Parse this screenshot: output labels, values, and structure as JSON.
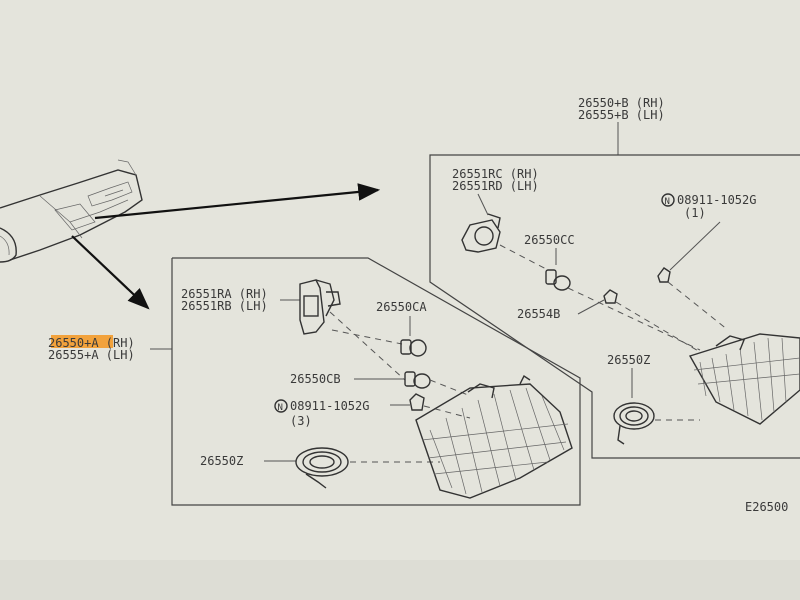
{
  "title": {
    "rh": "26550+A (RH)",
    "lh": "26555+A (LH)"
  },
  "rear_assembly": {
    "rh": "26550+B (RH)",
    "lh": "26555+B (LH)",
    "socket_rh": "26551RC (RH)",
    "socket_lh": "26551RD (LH)",
    "bulb": "26550CC",
    "nut": "08911-1052G",
    "nut_qty": "(1)",
    "clip": "26554B",
    "sealer": "26550Z",
    "nut_marker": "N"
  },
  "front_assembly": {
    "socket_rh": "26551RA (RH)",
    "socket_lh": "26551RB (LH)",
    "bulb_a": "26550CA",
    "bulb_b": "26550CB",
    "nut": "08911-1052G",
    "nut_qty": "(3)",
    "sealer": "26550Z",
    "nut_marker": "N"
  },
  "figure_code": "E26500",
  "colors": {
    "paper": "#e4e4dc",
    "ink": "#3a3a3a",
    "highlight": "#f2a23c"
  }
}
